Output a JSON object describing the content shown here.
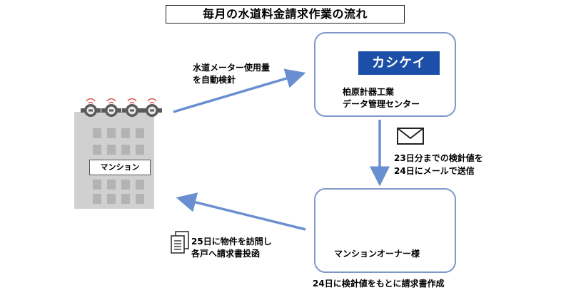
{
  "title": "毎月の水道料金請求作業の流れ",
  "nodes": {
    "building_label": "マンション",
    "center": {
      "logo": "カシケイ",
      "line1": "柏原計器工業",
      "line2": "データ管理センター"
    },
    "owner": {
      "label": "マンションオーナー様"
    }
  },
  "edges": {
    "meter_reading": {
      "line1": "水道メーター使用量",
      "line2": "を自動検針"
    },
    "email": {
      "line1": "23日分までの検針値を",
      "line2": "24日にメールで送信"
    },
    "invoice_create": {
      "text": "24日に検針値をもとに請求書作成"
    },
    "deliver": {
      "line1": "25日に物件を訪問し",
      "line2": "各戸へ請求書投函"
    }
  },
  "colors": {
    "box_border": "#7f97c9",
    "arrow": "#6a8fd0",
    "logo_bg": "#1b4fa8",
    "building": "#d0d0d0",
    "window": "#b3b3b3"
  },
  "icons": [
    "water-meter-icon",
    "operator-headset-icon",
    "envelope-icon",
    "document-icon",
    "owner-person-icon"
  ]
}
